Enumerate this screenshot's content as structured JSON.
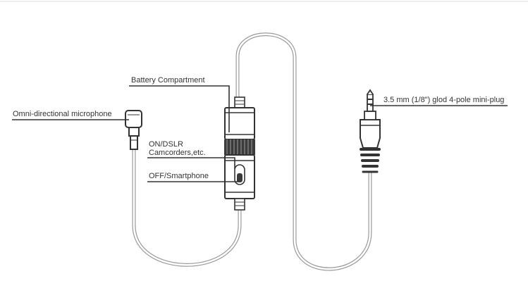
{
  "labels": {
    "battery": "Battery Compartment",
    "mic": "Omni-directional microphone",
    "plug": "3.5 mm (1/8\") glod 4-pole mini-plug",
    "on_line1": "ON/DSLR",
    "on_line2": "Camcorders,etc.",
    "off": "OFF/Smartphone"
  },
  "colors": {
    "line": "#333333",
    "cable": "#999999",
    "body": "#3b3b3b"
  }
}
